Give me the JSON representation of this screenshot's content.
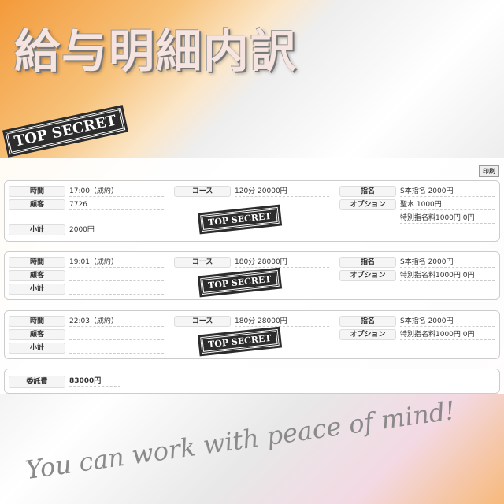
{
  "title": "給与明細内訳",
  "watermark": "You can work with peace of mind!",
  "print_label": "印刷",
  "stamp_text": "TOP SECRET",
  "labels": {
    "time": "時間",
    "customer": "顧客",
    "subtotal": "小計",
    "course": "コース",
    "nomination": "指名",
    "option": "オプション",
    "fee": "委託費"
  },
  "records": [
    {
      "time": "17:00（成約）",
      "customer": "7726",
      "subtotal": "2000円",
      "course": "120分 20000円",
      "nomination": "S本指名 2000円",
      "options": [
        "聖水 1000円",
        "特別指名料1000円 0円"
      ]
    },
    {
      "time": "19:01（成約）",
      "customer": "",
      "subtotal": "",
      "course": "180分 28000円",
      "nomination": "S本指名 2000円",
      "options": [
        "特別指名料1000円 0円"
      ]
    },
    {
      "time": "22:03（成約）",
      "customer": "",
      "subtotal": "",
      "course": "180分 28000円",
      "nomination": "S本指名 2000円",
      "options": [
        "特別指名料1000円 0円"
      ]
    }
  ],
  "fee_total": "83000円"
}
